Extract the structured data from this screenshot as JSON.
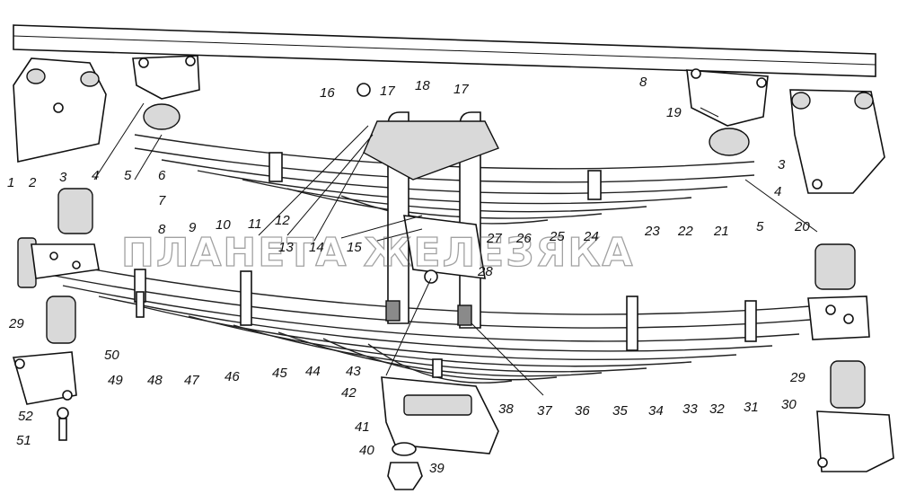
{
  "watermark": "ПЛАНЕТА ЖЕЛЕЗЯКА",
  "part_labels": [
    "1",
    "2",
    "3",
    "4",
    "5",
    "6",
    "7",
    "8",
    "9",
    "10",
    "11",
    "12",
    "13",
    "14",
    "15",
    "16",
    "17",
    "17",
    "18",
    "19",
    "20",
    "21",
    "22",
    "23",
    "24",
    "25",
    "26",
    "27",
    "28",
    "29",
    "29",
    "30",
    "31",
    "32",
    "33",
    "34",
    "35",
    "36",
    "37",
    "38",
    "39",
    "40",
    "41",
    "42",
    "43",
    "44",
    "45",
    "46",
    "47",
    "48",
    "49",
    "50",
    "51",
    "52",
    "3",
    "4",
    "5",
    "8"
  ]
}
